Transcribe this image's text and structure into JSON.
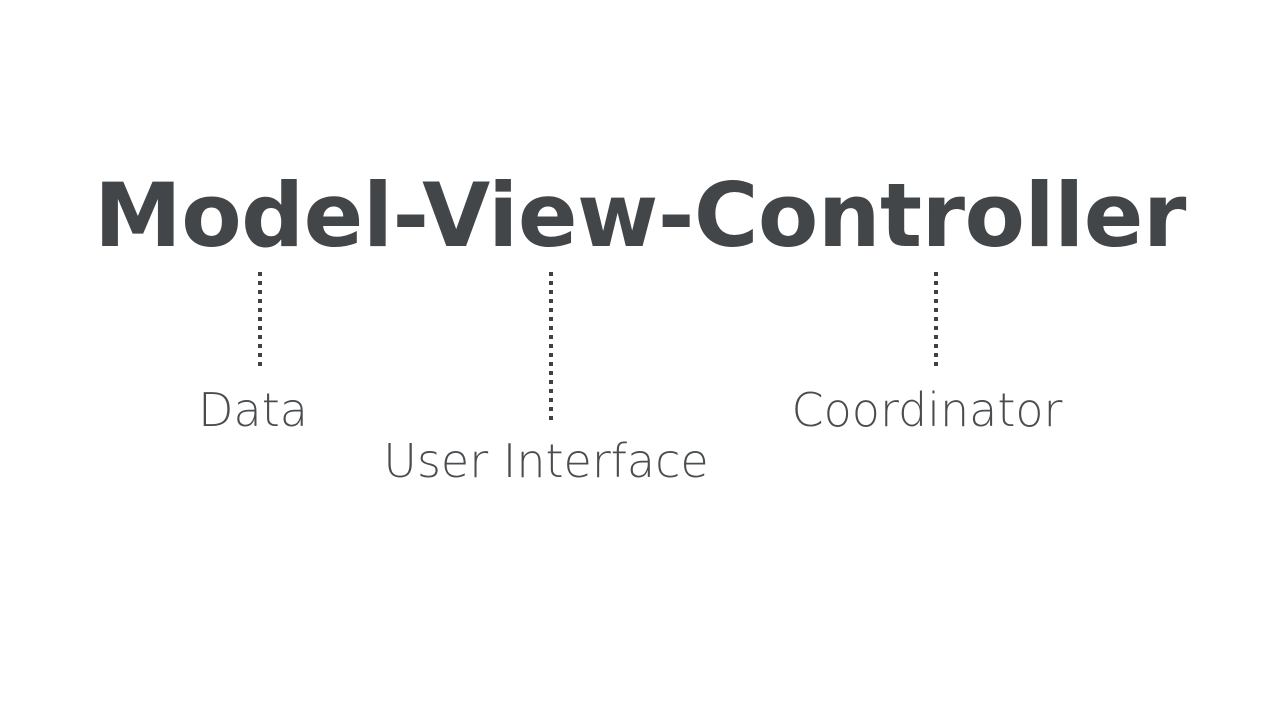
{
  "slide": {
    "background_color": "#ffffff",
    "title": "Model-View-Controller",
    "title_color": "#434649",
    "connector_color": "#3f4245",
    "label_color": "#4a4d50"
  },
  "parts": [
    {
      "term": "Model",
      "label": "Data",
      "connector": "dotted-vertical-line"
    },
    {
      "term": "View",
      "label": "User Interface",
      "connector": "dotted-vertical-line"
    },
    {
      "term": "Controller",
      "label": "Coordinator",
      "connector": "dotted-vertical-line"
    }
  ]
}
